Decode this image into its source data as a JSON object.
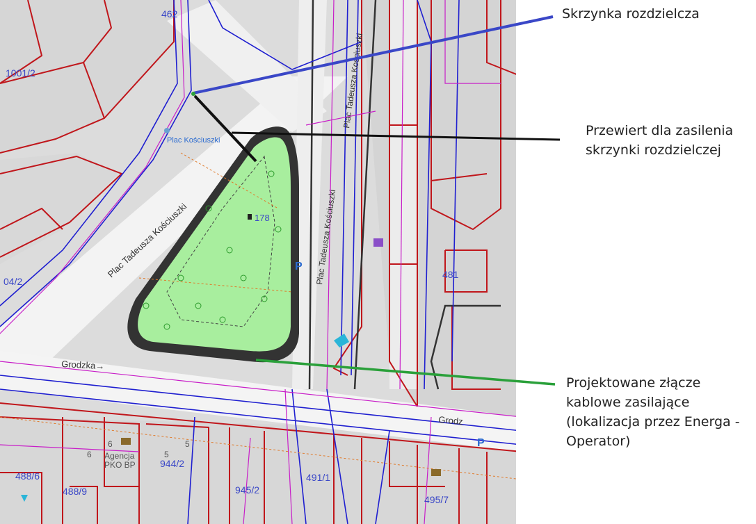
{
  "map": {
    "streets": {
      "plac_left": "Plac Tadeusza Kościuszki",
      "plac_right_upper": "Plac Tadeusza Kościuszki",
      "plac_right_lower": "Plac Tadeusza Kościuszki",
      "grodzka_left": "Grodzka→",
      "grodzka_right": "Grodz"
    },
    "parcels": [
      {
        "id": "p1",
        "label": "462"
      },
      {
        "id": "p2",
        "label": "1001/2"
      },
      {
        "id": "p3",
        "label": "04/2"
      },
      {
        "id": "p4",
        "label": "178"
      },
      {
        "id": "p5",
        "label": "481"
      },
      {
        "id": "p6",
        "label": "488/6"
      },
      {
        "id": "p7",
        "label": "488/9"
      },
      {
        "id": "p8",
        "label": "944/2"
      },
      {
        "id": "p9",
        "label": "945/2"
      },
      {
        "id": "p10",
        "label": "491/1"
      },
      {
        "id": "p11",
        "label": "495/7"
      }
    ],
    "pois": {
      "bank_numbers": [
        "6",
        "6",
        "5",
        "5"
      ],
      "bank_text_1": "Agencja",
      "bank_text_2": "PKO BP",
      "parking": "P",
      "place_label": "Plac Kościuszki"
    },
    "colors": {
      "parcel_line": "#c0161b",
      "utility_blue": "#1f1fd0",
      "utility_magenta": "#c81ec8",
      "park_fill": "#a6ee9c",
      "road_fill": "#f4f4f4",
      "block_fill": "#d9d9d9",
      "curb_dark": "#333333",
      "water_cyan": "#2ab5d8"
    }
  },
  "callouts": [
    {
      "id": "distribution-box",
      "lines": [
        "Skrzynka rozdzielcza"
      ],
      "line_color": "#3a47c7"
    },
    {
      "id": "drilling",
      "lines": [
        "Przewiert dla zasilenia",
        "skrzynki rozdzielczej"
      ],
      "line_color": "#111111"
    },
    {
      "id": "cable-joint",
      "lines": [
        "Projektowane złącze",
        "kablowe zasilające",
        "(lokalizacja przez Energa -",
        "Operator)"
      ],
      "line_color": "#2aa03a"
    }
  ]
}
